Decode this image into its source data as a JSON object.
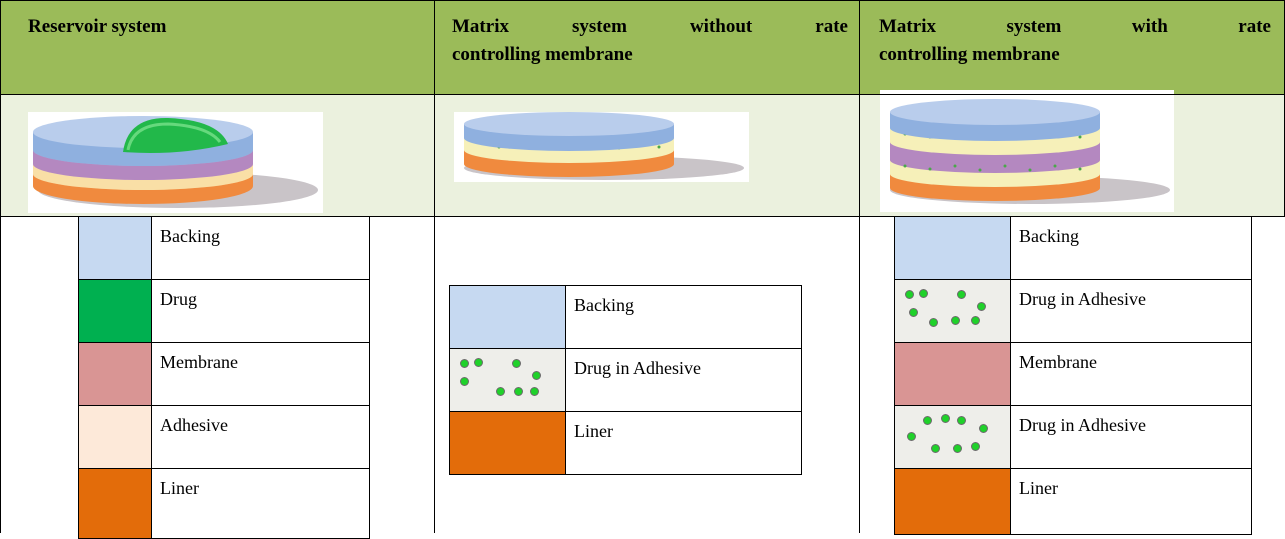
{
  "headers": {
    "col1": "Reservoir system",
    "col2_line1": [
      "Matrix",
      "system",
      "without",
      "rate"
    ],
    "col2_line2": "controlling membrane",
    "col3_line1": [
      "Matrix",
      "system",
      "with",
      "rate"
    ],
    "col3_line2": "controlling membrane"
  },
  "legend_reservoir": [
    {
      "label": "Backing",
      "color": "#c6d9f1"
    },
    {
      "label": "Drug",
      "color": "#00b050"
    },
    {
      "label": "Membrane",
      "color": "#d99594"
    },
    {
      "label": "Adhesive",
      "color": "#fde9d9"
    },
    {
      "label": "Liner",
      "color": "#e36c0a"
    }
  ],
  "legend_matrix_no_membrane": [
    {
      "label": "Backing",
      "color": "#c6d9f1"
    },
    {
      "label": "Drug in Adhesive",
      "color": "dotted"
    },
    {
      "label": "Liner",
      "color": "#e36c0a"
    }
  ],
  "legend_matrix_with_membrane": [
    {
      "label": "Backing",
      "color": "#c6d9f1"
    },
    {
      "label": "Drug in Adhesive",
      "color": "dotted"
    },
    {
      "label": "Membrane",
      "color": "#d99594"
    },
    {
      "label": "Drug in Adhesive",
      "color": "dotted"
    },
    {
      "label": "Liner",
      "color": "#e36c0a"
    }
  ],
  "colors": {
    "header_bg": "#9bbb59",
    "image_row_bg": "#ebf1de"
  }
}
